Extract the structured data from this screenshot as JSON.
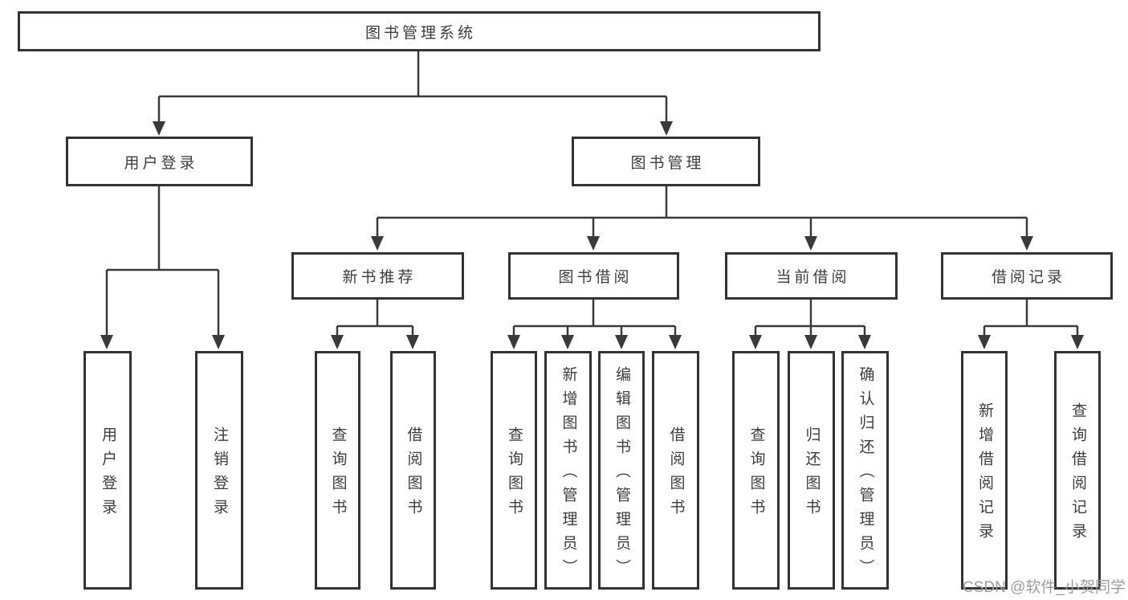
{
  "colors": {
    "line": "#3a3a3a",
    "box_border": "#333333",
    "text": "#3d3d3d",
    "watermark": "#9d9d9d",
    "background": "#ffffff"
  },
  "tree": {
    "label": "图书管理系统",
    "children": [
      {
        "label": "用户登录",
        "children": [
          {
            "label": "用户登录"
          },
          {
            "label": "注销登录"
          }
        ]
      },
      {
        "label": "图书管理",
        "children": [
          {
            "label": "新书推荐",
            "children": [
              {
                "label": "查询图书"
              },
              {
                "label": "借阅图书"
              }
            ]
          },
          {
            "label": "图书借阅",
            "children": [
              {
                "label": "查询图书"
              },
              {
                "label": "新增图书（管理员）"
              },
              {
                "label": "编辑图书（管理员）"
              },
              {
                "label": "借阅图书"
              }
            ]
          },
          {
            "label": "当前借阅",
            "children": [
              {
                "label": "查询图书"
              },
              {
                "label": "归还图书"
              },
              {
                "label": "确认归还（管理员）"
              }
            ]
          },
          {
            "label": "借阅记录",
            "children": [
              {
                "label": "新增借阅记录"
              },
              {
                "label": "查询借阅记录"
              }
            ]
          }
        ]
      }
    ]
  },
  "watermark": {
    "text": "CSDN @软件_小贺同学"
  }
}
